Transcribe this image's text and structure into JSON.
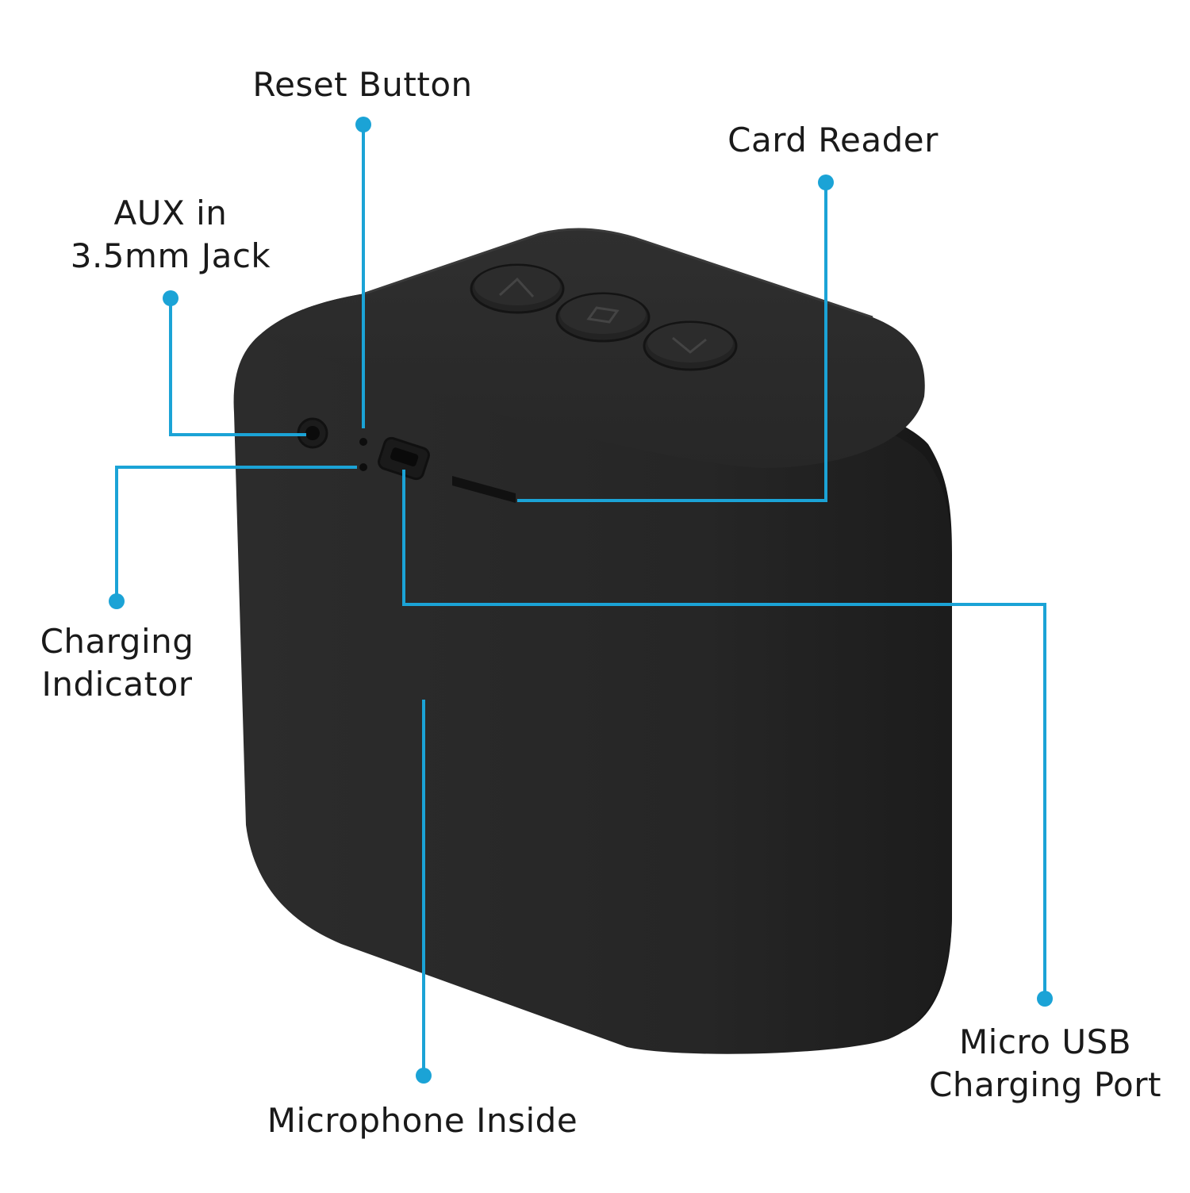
{
  "product": {
    "name": "Portable Bluetooth speaker",
    "body_color": "#282828",
    "callout_color": "#1ba3d6"
  },
  "callouts": {
    "reset_button": {
      "lines": [
        "Reset Button"
      ]
    },
    "card_reader": {
      "lines": [
        "Card Reader"
      ]
    },
    "aux_in": {
      "lines": [
        "AUX in",
        "3.5mm Jack"
      ]
    },
    "charging_indicator": {
      "lines": [
        "Charging",
        "Indicator"
      ]
    },
    "micro_usb": {
      "lines": [
        "Micro USB",
        "Charging Port"
      ]
    },
    "microphone": {
      "lines": [
        "Microphone Inside"
      ]
    }
  },
  "controls": {
    "buttons": [
      {
        "name": "previous",
        "icon": "chevron-icon"
      },
      {
        "name": "play-pause",
        "icon": "square-icon"
      },
      {
        "name": "next",
        "icon": "chevron-icon"
      }
    ]
  }
}
